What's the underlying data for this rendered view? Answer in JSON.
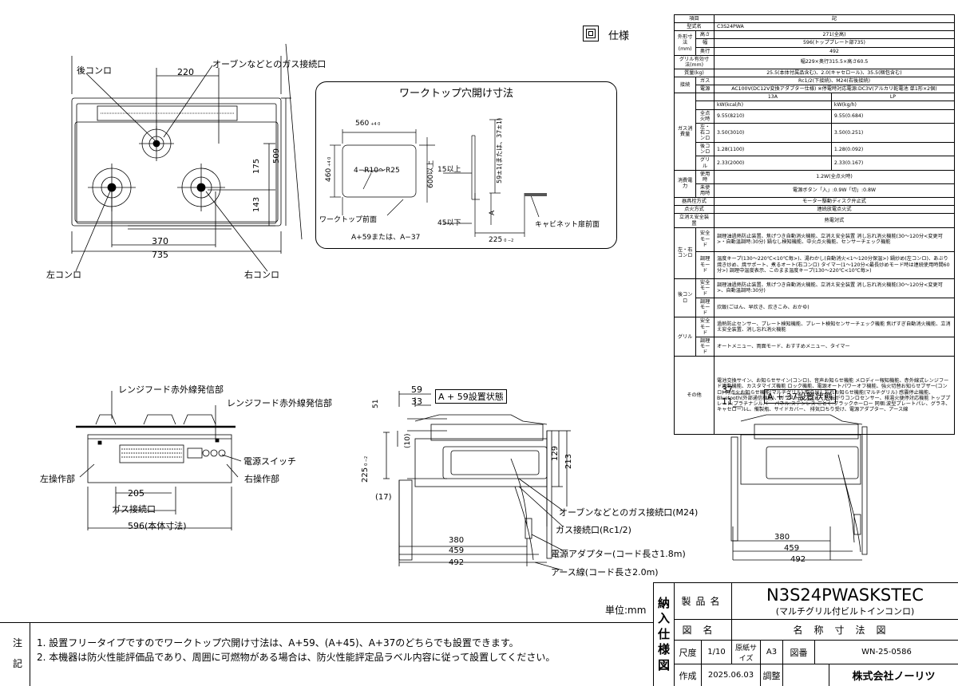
{
  "header": {
    "spec_mark": "仕様"
  },
  "topview": {
    "rear_burner": "後コンロ",
    "gas_label": "オーブンなどとのガス接続口",
    "left_burner": "左コンロ",
    "right_burner": "右コンロ",
    "dims": {
      "d220": "220",
      "d175": "175",
      "d143": "143",
      "d509": "509",
      "d370": "370",
      "d735": "735"
    }
  },
  "cutout": {
    "title": "ワークトップ穴開け寸法",
    "d560": "560",
    "tol560": "+4 0",
    "d460": "460",
    "tol460": "+4 0",
    "radius": "4−R10〜R25",
    "d600": "600以上",
    "d15": "15以上",
    "d45": "45以下",
    "front": "ワークトップ前面",
    "a59": "A+59または、A−37",
    "d225": "225",
    "tol225": "0 −2",
    "side": "59±1(または、37±1)",
    "a": "A",
    "cabinet": "キャビネット扉前面"
  },
  "front": {
    "ir1": "レンジフード赤外線発信部",
    "ir2": "レンジフード赤外線発信部",
    "power": "電源スイッチ",
    "left_panel": "左操作部",
    "right_panel": "右操作部",
    "d205": "205",
    "gas": "ガス接続口",
    "d596": "596(本体寸法)"
  },
  "side59": {
    "title": "A + 59設置状態",
    "d59": "59",
    "d33": "33",
    "d51": "51",
    "d10": "(10)",
    "d225": "225",
    "tol": "0 −2",
    "d17": "(17)",
    "d129": "129",
    "d213": "213",
    "d380": "380",
    "d459": "459",
    "d492": "492",
    "oven_gas": "オーブンなどとのガス接続口(M24)",
    "gas": "ガス接続口(Rc1/2)",
    "adapter": "電源アダプター(コード長さ1.8m)",
    "earth": "アース線(コード長さ2.0m)"
  },
  "side37": {
    "title": "A + 37設置状態",
    "d37": "37",
    "d11": "11",
    "d380": "380",
    "d459": "459",
    "d492": "492"
  },
  "spec": {
    "h_item": "項目",
    "h_mark": "記",
    "model_label": "型式名",
    "model_value": "C3S24PWA",
    "size_label": "外形寸法(mm)",
    "height_label": "高さ",
    "height_value": "271(全高)",
    "width_label": "幅",
    "width_value": "596(トッププレート部735)",
    "depth_label": "奥行",
    "depth_value": "492",
    "grill_label": "グリル有効寸法(mm)",
    "grill_value": "幅229×奥行315.5×高さ60.5",
    "mass_label": "質量(kg)",
    "mass_value": "25.5(本体付属品含む)、2.0(キャセロール)、35.5(梱包含む)",
    "conn_label": "接続",
    "gas_label": "ガス",
    "gas_value": "Rc1/2(下接続)、M24(右後接続)",
    "elec_label": "電源",
    "elec_value": "AC100V(DC12V変換アダプター仕様) ※停電時対応電源:DC3V(アルカリ乾電池 単1形×2個)",
    "gas13a": "13A",
    "gaslp": "LP",
    "unit13a": "kW(kcal/h)",
    "unitlp": "kW(kg/h)",
    "cons_label": "ガス消費量",
    "all_label": "全点火時",
    "all13": "9.55(8210)",
    "alllp": "9.55(0.684)",
    "lr_label": "左・右コンロ",
    "lr13": "3.50(3010)",
    "lrlp": "3.50(0.251)",
    "rear_label": "後コンロ",
    "rear13": "1.28(1100)",
    "rearlp": "1.28(0.092)",
    "grl_label": "グリル",
    "grl13": "2.33(2000)",
    "grllp": "2.33(0.167)",
    "power_label": "消費電力",
    "use_label": "使用時",
    "use_value": "1.2W(全点火時)",
    "unuse_label": "未使用時",
    "unuse_value": "電源ボタン「入」:0.9W「切」:0.8W",
    "dev_label": "器具栓方式",
    "dev_value": "モーター駆動ディスク弁止式",
    "ign_label": "点火方式",
    "ign_value": "連続放電点火式",
    "safe_label": "立消え安全装置",
    "safe_value": "熱電対式",
    "lr_cook": "左・右コンロ",
    "safety_mode": "安全モード",
    "lr_safe": "調理油過熱防止装置、焦げつき自動消火機能、立消え安全装置 消し忘れ消火機能(30〜120分<変更可>・自動温調時:30分) 鍋なし検知機能、中火点火機能、センサーチェック機能",
    "cook_mode": "調理モード",
    "lr_cookv": "温度キープ(130〜220℃<10℃毎>)、湯わかし(自動消火<1〜120分保温>) 鍋炒め(左コンロ)、あぶり焼き炒め、焼サポート、煮るオート(右コンロ) タイマー(1〜120分<最長炒めモード時は連続使用時間60分>) 調理中温度表示、このまま温度キープ(130〜220℃<10℃毎>)",
    "rear_cook": "後コンロ",
    "rear_safe": "調理油過熱防止装置、焦げつき自動消火機能、立消え安全装置 消し忘れ消火機能(30〜120分<変更可>、自動温調時:30分)",
    "rear_cookv": "炊飯(ごはん、早炊き、炊きこみ、おかゆ)",
    "grill_cook": "グリル",
    "grill_safe": "過熱防止センサー、プレート検知機能、プレート検知センサーチェック機能 焦げすぎ自動消火機能、立消え安全装置、消し忘れ消火機能",
    "grill_cookv": "オートメニュー、両面モード、おすすめメニュー、タイマー",
    "other_label": "その他",
    "other_value": "電池交換サイン、お知らせサイン(コンロ)、音声お知らせ機能 メロディー報知機能、赤外線式レンジフード連動機能、カスタマイズ機能 ロック機能、電源オートパワーオフ機能、強火切替お知らせブザー(コンロ) 再点火お知らせ機能(マルチグリル) 取り出し忘れお知らせ機能(マルチグリル) 感震停止機能、Bluetooth(外部通信機能)、ガラストッププレート 転がりコンロセンサー、排湯火便停対応機能 トッププレート:プラチナシルバー パネル:ステンレス ごとく:ブラックホーロー 同梱:波型プレートパレ、グラネ、キャセロールL、備製瓶、サイドカバー、 排気口ちり受け、電源アダプター、アース線"
  },
  "notes": {
    "chu": "注",
    "ki": "記",
    "line1": "1. 設置フリータイプですのでワークトップ穴開け寸法は、A+59、(A+45)、A+37のどちらでも設置できます。",
    "line2": "2. 本機器は防火性能評価品であり、周囲に可燃物がある場合は、防火性能評定品ラベル内容に従って設置してください。"
  },
  "unit": "単位:mm",
  "titleblock": {
    "side": [
      "納",
      "入",
      "仕",
      "様",
      "図"
    ],
    "product_label": "製品名",
    "product_code": "N3S24PWASKSTEC",
    "product_name": "(マルチグリル付ビルトインコンロ)",
    "drawing_label": "図名",
    "drawing_name": "名称寸法図",
    "scale_label": "尺度",
    "scale_value": "1/10",
    "paper_label": "原紙サイズ",
    "paper_value": "A3",
    "number_label": "図番",
    "number_value": "WN-25-0586",
    "made_label": "作成",
    "date_value": "2025.06.03",
    "check_label": "調整",
    "company": "株式会社ノーリツ"
  }
}
